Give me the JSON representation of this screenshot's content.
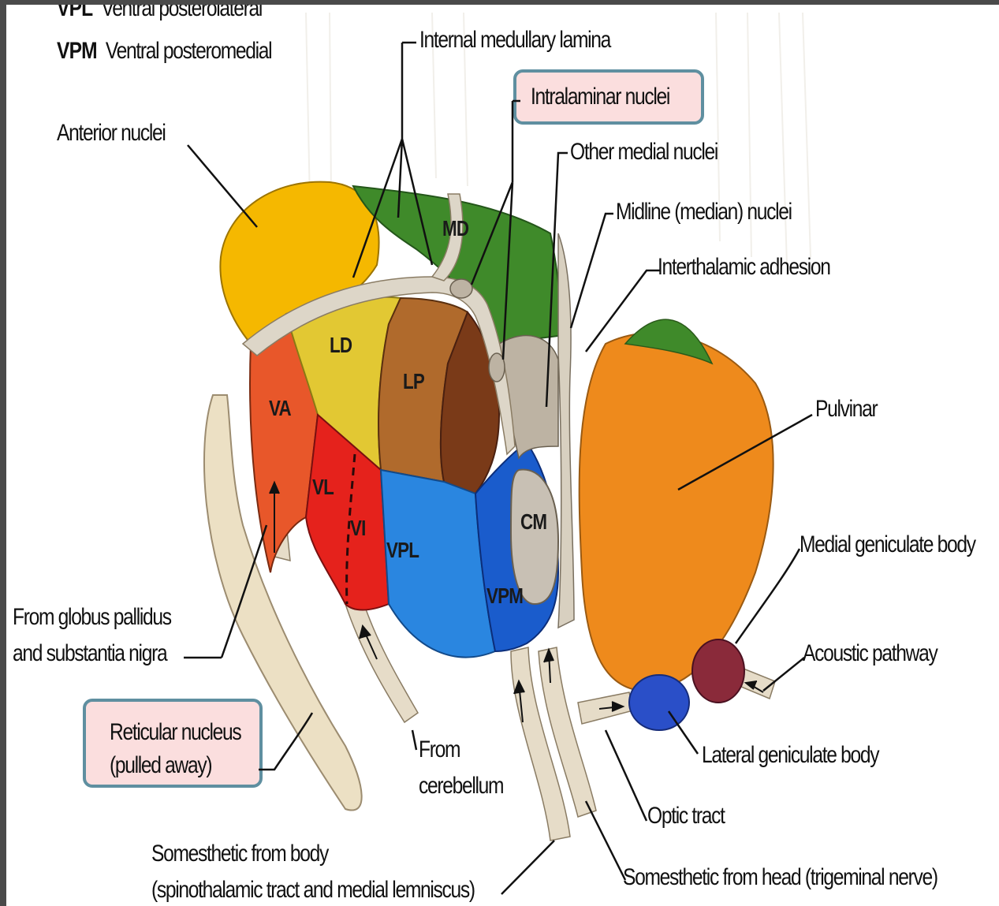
{
  "legend": [
    {
      "abbr": "VPL",
      "name": "Ventral posterolateral"
    },
    {
      "abbr": "VPM",
      "name": "Ventral posteromedial"
    }
  ],
  "labels": {
    "internal_medullary_lamina": "Internal medullary lamina",
    "intralaminar_nuclei": "Intralaminar nuclei",
    "other_medial_nuclei": "Other medial nuclei",
    "midline_nuclei": "Midline (median) nuclei",
    "interthalamic_adhesion": "Interthalamic adhesion",
    "anterior_nuclei": "Anterior nuclei",
    "pulvinar": "Pulvinar",
    "medial_geniculate": "Medial geniculate body",
    "acoustic_pathway": "Acoustic pathway",
    "lateral_geniculate": "Lateral geniculate body",
    "optic_tract": "Optic tract",
    "from_globus_line1": "From globus pallidus",
    "from_globus_line2": "and substantia nigra",
    "reticular_line1": "Reticular nucleus",
    "reticular_line2": "(pulled away)",
    "from_cerebellum_line1": "From",
    "from_cerebellum_line2": "cerebellum",
    "somesthetic_body_line1": "Somesthetic from body",
    "somesthetic_body_line2": "(spinothalamic tract and medial lemniscus)",
    "somesthetic_head": "Somesthetic from head (trigeminal nerve)"
  },
  "nuclei": {
    "md": "MD",
    "ld": "LD",
    "lp": "LP",
    "va": "VA",
    "vl": "VL",
    "vi": "VI",
    "vpl": "VPL",
    "vpm": "VPM",
    "cm": "CM"
  },
  "colors": {
    "anterior": "#f5b800",
    "md": "#3f8a2a",
    "ld": "#e2c833",
    "lp": "#b06a2c",
    "va": "#e8572a",
    "vl": "#e5221c",
    "vpl": "#2a86e0",
    "vpm": "#1a5ccc",
    "cm": "#c8c0b4",
    "pulvinar": "#ee8a1c",
    "lateral_geniculate": "#2a4fc8",
    "medial_geniculate": "#8a2a3a",
    "lamina": "#ddd6c8",
    "highlight_fill": "#fbdede",
    "highlight_border": "#5f8fa0"
  }
}
